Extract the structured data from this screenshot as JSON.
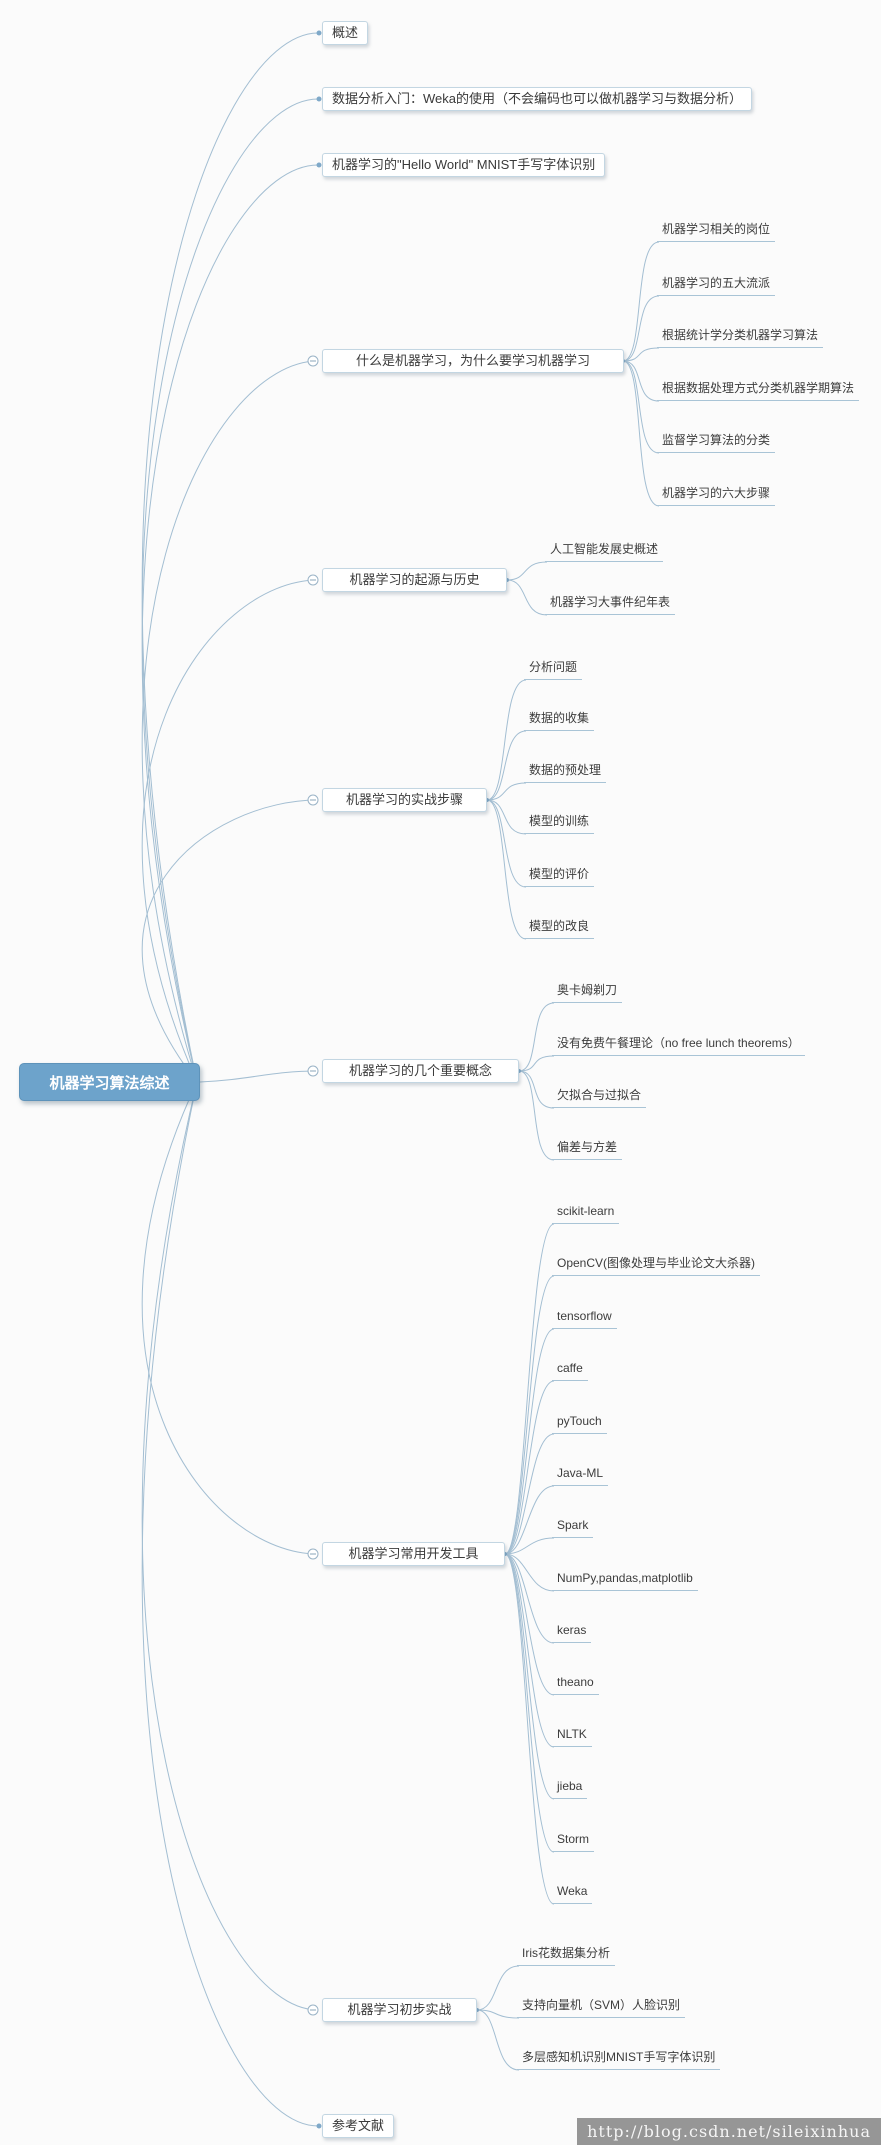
{
  "root": {
    "label": "机器学习算法综述"
  },
  "branches": [
    {
      "label": "概述",
      "children": []
    },
    {
      "label": "数据分析入门：Weka的使用（不会编码也可以做机器学习与数据分析）",
      "children": []
    },
    {
      "label": "机器学习的\"Hello World\" MNIST手写字体识别",
      "children": []
    },
    {
      "label": "什么是机器学习，为什么要学习机器学习",
      "children": [
        "机器学习相关的岗位",
        "机器学习的五大流派",
        "根据统计学分类机器学习算法",
        "根据数据处理方式分类机器学期算法",
        "监督学习算法的分类",
        "机器学习的六大步骤"
      ]
    },
    {
      "label": "机器学习的起源与历史",
      "children": [
        "人工智能发展史概述",
        "机器学习大事件纪年表"
      ]
    },
    {
      "label": "机器学习的实战步骤",
      "children": [
        "分析问题",
        "数据的收集",
        "数据的预处理",
        "模型的训练",
        "模型的评价",
        "模型的改良"
      ]
    },
    {
      "label": "机器学习的几个重要概念",
      "children": [
        "奥卡姆剃刀",
        "没有免费午餐理论（no free lunch theorems）",
        "欠拟合与过拟合",
        "偏差与方差"
      ]
    },
    {
      "label": "机器学习常用开发工具",
      "children": [
        "scikit-learn",
        "OpenCV(图像处理与毕业论文大杀器)",
        "tensorflow",
        "caffe",
        "pyTouch",
        "Java-ML",
        "Spark",
        "NumPy,pandas,matplotlib",
        "keras",
        "theano",
        "NLTK",
        "jieba",
        "Storm",
        "Weka"
      ]
    },
    {
      "label": "机器学习初步实战",
      "children": [
        "Iris花数据集分析",
        "支持向量机（SVM）人脸识别",
        "多层感知机识别MNIST手写字体识别"
      ]
    },
    {
      "label": "参考文献",
      "children": []
    }
  ],
  "watermark": {
    "text": "http://blog.csdn.net/sileixinhua"
  },
  "colors": {
    "root_fill": "#6da3cb",
    "node_border": "#c3d6e2",
    "connector": "#a3bed2",
    "leaf_underline": "#a9c4d6",
    "background": "#fbfbfb",
    "watermark_bg": "#7d7d7d"
  }
}
